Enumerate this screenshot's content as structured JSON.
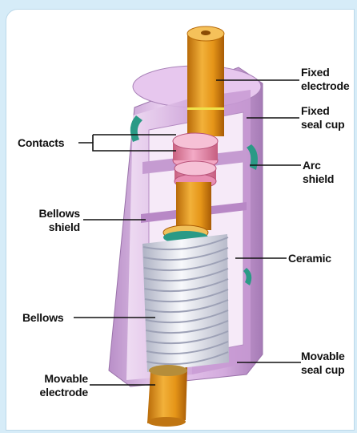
{
  "labels": {
    "fixed_electrode": [
      "Fixed",
      "electrode"
    ],
    "fixed_seal_cup": [
      "Fixed",
      "seal cup"
    ],
    "contacts": "Contacts",
    "arc_shield": "Arc shield",
    "bellows_shield": [
      "Bellows",
      "shield"
    ],
    "ceramic": "Ceramic",
    "bellows": "Bellows",
    "movable_seal_cup": [
      "Movable",
      "seal cup"
    ],
    "movable_electrode": [
      "Movable",
      "electrode"
    ]
  },
  "colors": {
    "ceramic": "#d9b0e2",
    "electrode": "#e89a1c",
    "contacts": "#e98ab0",
    "bellows": "#eceef4",
    "seal_ring": "#2a9a86",
    "background": "#d6ecf8"
  }
}
